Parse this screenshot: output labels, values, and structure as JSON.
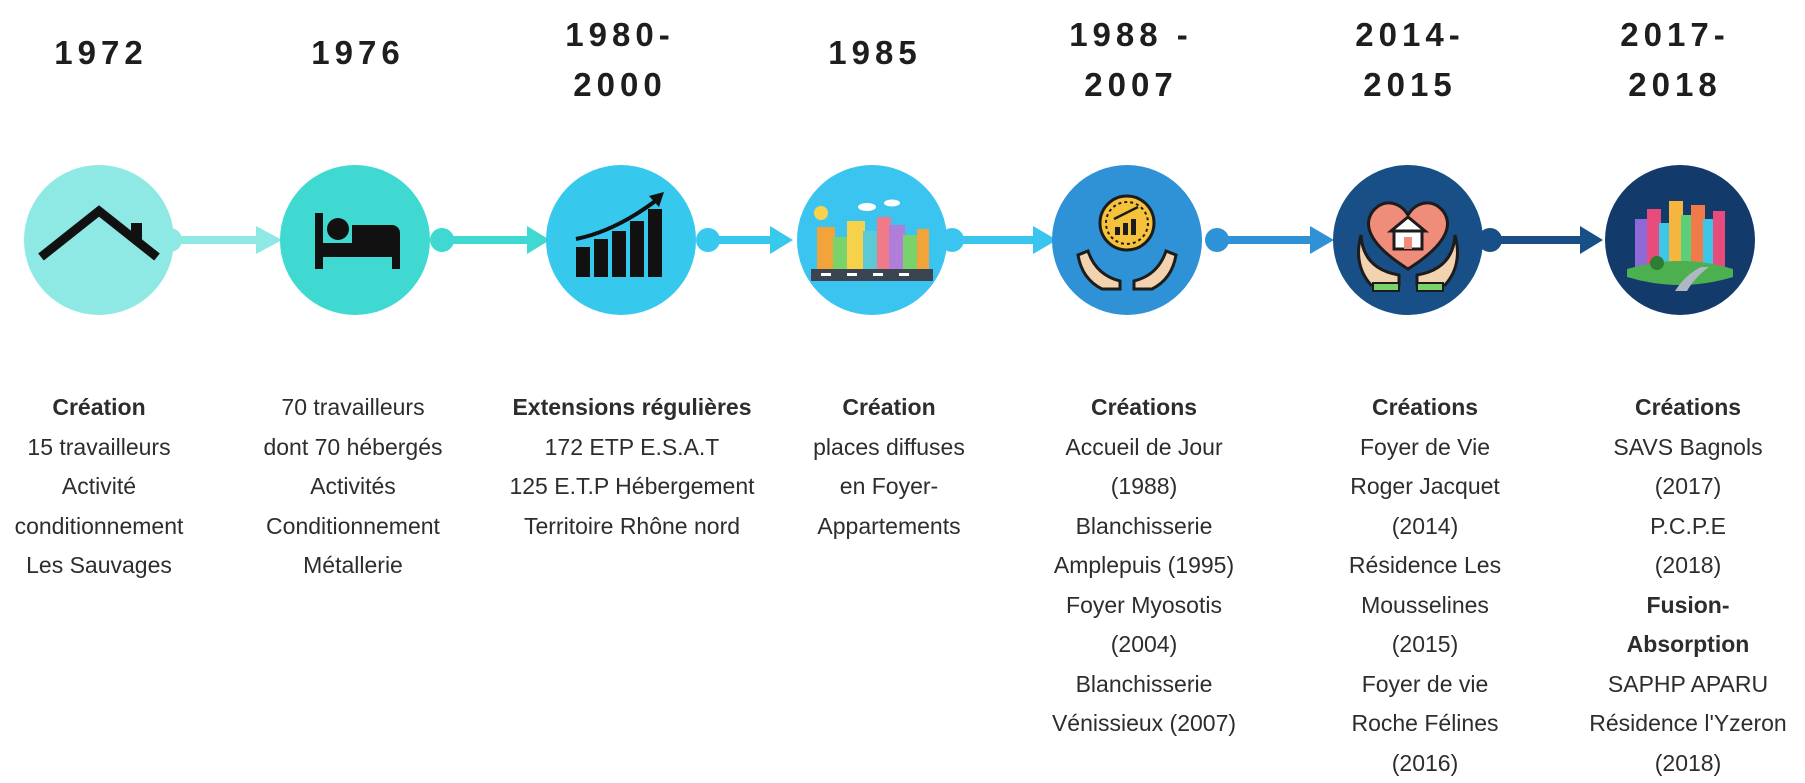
{
  "timeline": [
    {
      "year_lines": [
        "1972"
      ],
      "icon": "house-icon",
      "color": "#8ee8e4",
      "lines": [
        {
          "text": "Création",
          "bold": true
        },
        {
          "text": "15 travailleurs"
        },
        {
          "text": "Activité"
        },
        {
          "text": "conditionnement"
        },
        {
          "text": "Les Sauvages"
        }
      ]
    },
    {
      "year_lines": [
        "1976"
      ],
      "icon": "bed-icon",
      "color": "#3fd9d2",
      "lines": [
        {
          "text": "70 travailleurs"
        },
        {
          "text": "dont 70 hébergés"
        },
        {
          "text": "Activités"
        },
        {
          "text": "Conditionnement"
        },
        {
          "text": "Métallerie"
        }
      ]
    },
    {
      "year_lines": [
        "1980-",
        "2000"
      ],
      "icon": "growth-chart-icon",
      "color": "#37c8ee",
      "lines": [
        {
          "text": "Extensions régulières",
          "bold": true
        },
        {
          "text": "172 ETP E.S.A.T"
        },
        {
          "text": "125 E.T.P Hébergement"
        },
        {
          "text": "Territoire Rhône nord"
        }
      ]
    },
    {
      "year_lines": [
        "1985"
      ],
      "icon": "city-icon",
      "color": "#3ac4ef",
      "lines": [
        {
          "text": "Création",
          "bold": true
        },
        {
          "text": "places diffuses"
        },
        {
          "text": "en Foyer-"
        },
        {
          "text": "Appartements"
        }
      ]
    },
    {
      "year_lines": [
        "1988 -",
        "2007"
      ],
      "icon": "investment-hands-icon",
      "color": "#2f92d6",
      "lines": [
        {
          "text": "Créations",
          "bold": true
        },
        {
          "text": "Accueil de Jour"
        },
        {
          "text": "(1988)"
        },
        {
          "text": "Blanchisserie"
        },
        {
          "text": "Amplepuis (1995)"
        },
        {
          "text": "Foyer Myosotis"
        },
        {
          "text": "(2004)"
        },
        {
          "text": "Blanchisserie"
        },
        {
          "text": "Vénissieux (2007)"
        }
      ]
    },
    {
      "year_lines": [
        "2014-",
        "2015"
      ],
      "icon": "home-care-hands-icon",
      "color": "#174f86",
      "lines": [
        {
          "text": "Créations",
          "bold": true
        },
        {
          "text": "Foyer de Vie"
        },
        {
          "text": "Roger Jacquet"
        },
        {
          "text": "(2014)"
        },
        {
          "text": "Résidence Les"
        },
        {
          "text": "Mousselines"
        },
        {
          "text": "(2015)"
        },
        {
          "text": "Foyer de vie"
        },
        {
          "text": "Roche Félines"
        },
        {
          "text": "(2016)"
        }
      ]
    },
    {
      "year_lines": [
        "2017-",
        "2018"
      ],
      "icon": "colorful-city-icon",
      "color": "#123a6a",
      "lines": [
        {
          "text": "Créations",
          "bold": true
        },
        {
          "text": "SAVS Bagnols"
        },
        {
          "text": "(2017)"
        },
        {
          "text": "P.C.P.E"
        },
        {
          "text": "(2018)"
        },
        {
          "text": "Fusion-",
          "bold": true
        },
        {
          "text": "Absorption",
          "bold": true
        },
        {
          "text": "SAPHP APARU"
        },
        {
          "text": "Résidence l'Yzeron"
        },
        {
          "text": "(2018)"
        }
      ]
    }
  ],
  "connector_colors": [
    "#8ee8e4",
    "#3fd9d2",
    "#37c8ee",
    "#3ac4ef",
    "#2f92d6",
    "#2a7cc6",
    "#174f86"
  ]
}
